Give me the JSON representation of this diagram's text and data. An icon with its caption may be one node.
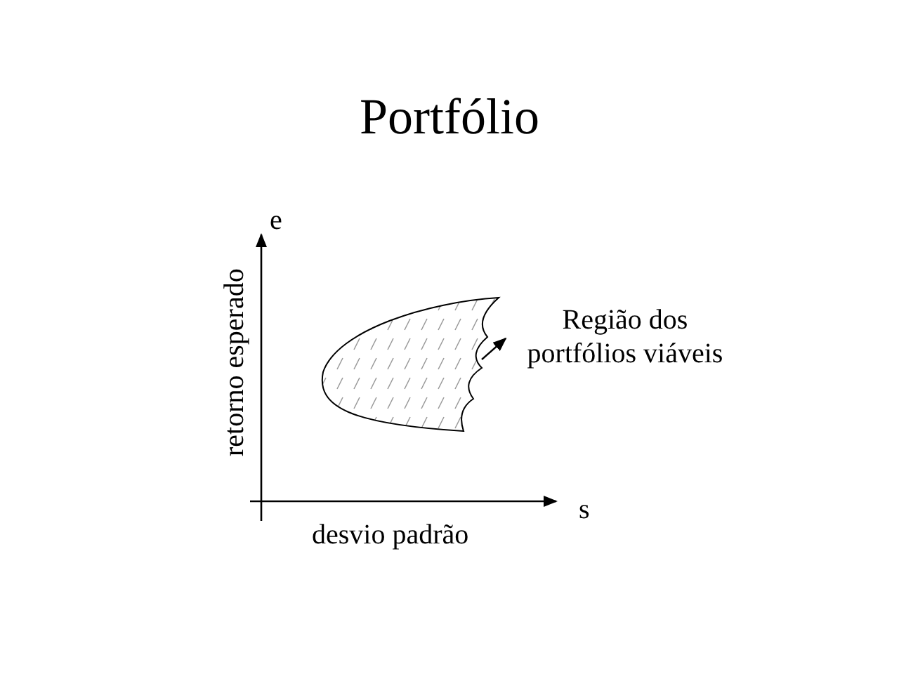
{
  "diagram": {
    "title": "Portfólio",
    "nodes": [
      {
        "text": [],
        "shape": "region"
      },
      {
        "text": [
          "Região dos portfólios viáveis"
        ]
      }
    ],
    "edges": [
      {
        "from": 0,
        "to": 1,
        "arrow": "to"
      }
    ],
    "labels": [
      "e",
      "retorno esperado",
      "s",
      "desvio padrão"
    ]
  }
}
